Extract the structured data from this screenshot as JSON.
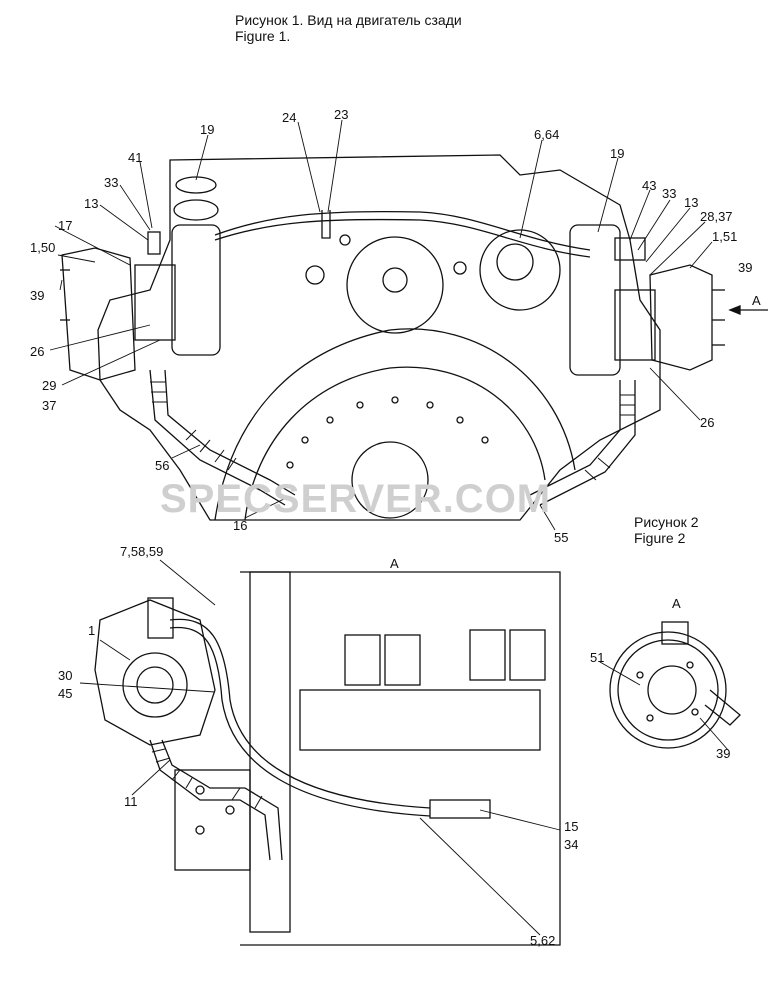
{
  "figure1": {
    "title_ru": "Рисунок 1. Вид на двигатель сзади",
    "title_en": "Figure 1."
  },
  "figure2": {
    "title_ru": "Рисунок 2",
    "title_en": "Figure 2"
  },
  "view_label_main": "A",
  "view_label_inset": "A",
  "arrow_label": "A",
  "watermark": "SPECSERVER.COM",
  "callouts": {
    "c1_50": "1,50",
    "c17": "17",
    "c13a": "13",
    "c33a": "33",
    "c41": "41",
    "c19a": "19",
    "c24": "24",
    "c23": "23",
    "c6_64": "6,64",
    "c19b": "19",
    "c43": "43",
    "c33b": "33",
    "c13b": "13",
    "c28_37": "28,37",
    "c1_51": "1,51",
    "c39a": "39",
    "c39b": "39",
    "c26a": "26",
    "c29": "29",
    "c37": "37",
    "c56": "56",
    "c16": "16",
    "c26b": "26",
    "c55": "55",
    "c7_58_59": "7,58,59",
    "c1": "1",
    "c30": "30",
    "c45": "45",
    "c11": "11",
    "c15": "15",
    "c34": "34",
    "c5_62": "5,62",
    "c51": "51",
    "c39c": "39"
  }
}
